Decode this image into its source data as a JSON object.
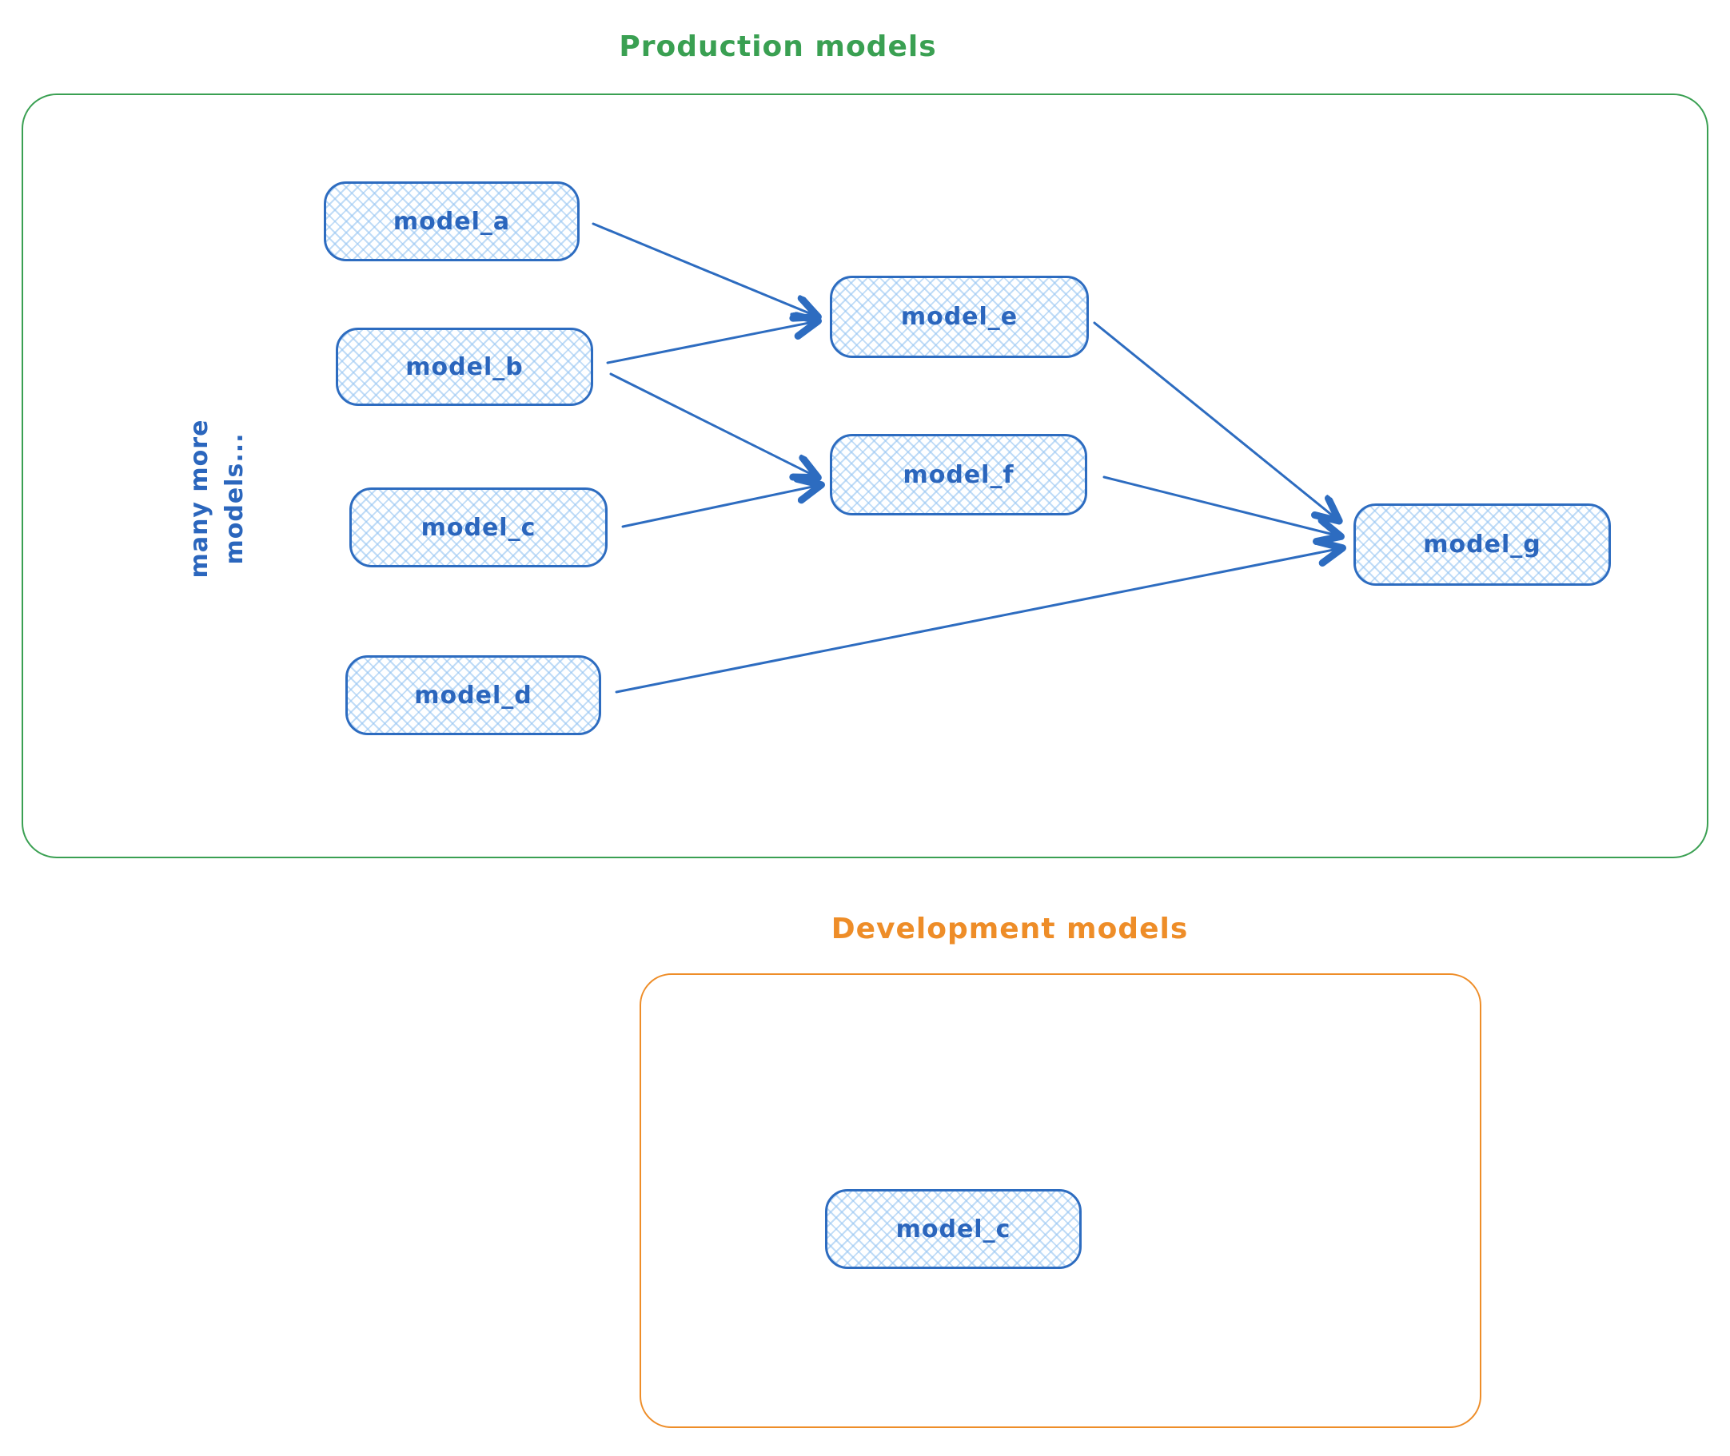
{
  "production": {
    "title": "Production models",
    "side_label": "many more models...",
    "nodes": {
      "a": {
        "label": "model_a"
      },
      "b": {
        "label": "model_b"
      },
      "c": {
        "label": "model_c"
      },
      "d": {
        "label": "model_d"
      },
      "e": {
        "label": "model_e"
      },
      "f": {
        "label": "model_f"
      },
      "g": {
        "label": "model_g"
      }
    },
    "edges": [
      {
        "from": "model_a",
        "to": "model_e"
      },
      {
        "from": "model_b",
        "to": "model_e"
      },
      {
        "from": "model_b",
        "to": "model_f"
      },
      {
        "from": "model_c",
        "to": "model_f"
      },
      {
        "from": "model_e",
        "to": "model_g"
      },
      {
        "from": "model_f",
        "to": "model_g"
      },
      {
        "from": "model_d",
        "to": "model_g"
      }
    ]
  },
  "development": {
    "title": "Development models",
    "nodes": {
      "c": {
        "label": "model_c"
      }
    }
  },
  "colors": {
    "production_border": "#3aa052",
    "development_border": "#ee8d28",
    "node_stroke": "#2d6cc0",
    "node_fill_hatch": "#bcd9f6",
    "node_text": "#2b66bd"
  }
}
